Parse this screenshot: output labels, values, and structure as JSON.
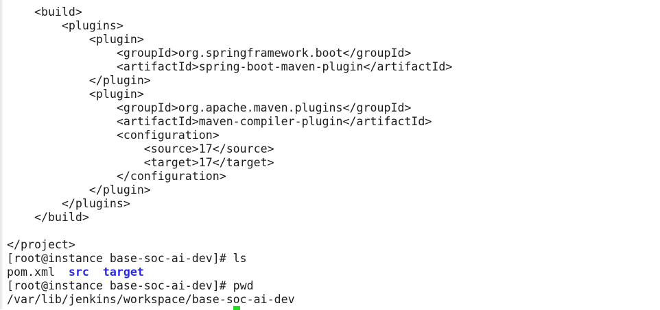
{
  "terminal": {
    "lines": [
      [
        {
          "t": "    <build>"
        }
      ],
      [
        {
          "t": "        <plugins>"
        }
      ],
      [
        {
          "t": "            <plugin>"
        }
      ],
      [
        {
          "t": "                <groupId>org.springframework.boot</groupId>"
        }
      ],
      [
        {
          "t": "                <artifactId>spring-boot-maven-plugin</artifactId>"
        }
      ],
      [
        {
          "t": "            </plugin>"
        }
      ],
      [
        {
          "t": "            <plugin>"
        }
      ],
      [
        {
          "t": "                <groupId>org.apache.maven.plugins</groupId>"
        }
      ],
      [
        {
          "t": "                <artifactId>maven-compiler-plugin</artifactId>"
        }
      ],
      [
        {
          "t": "                <configuration>"
        }
      ],
      [
        {
          "t": "                    <source>17</source>"
        }
      ],
      [
        {
          "t": "                    <target>17</target>"
        }
      ],
      [
        {
          "t": "                </configuration>"
        }
      ],
      [
        {
          "t": "            </plugin>"
        }
      ],
      [
        {
          "t": "        </plugins>"
        }
      ],
      [
        {
          "t": "    </build>"
        }
      ],
      [
        {
          "t": ""
        }
      ],
      [
        {
          "t": "</project>"
        }
      ],
      [
        {
          "t": "[root@instance base-soc-ai-dev]# ls"
        }
      ],
      [
        {
          "t": "pom.xml  "
        },
        {
          "t": "src",
          "dir": true
        },
        {
          "t": "  "
        },
        {
          "t": "target",
          "dir": true
        }
      ],
      [
        {
          "t": "[root@instance base-soc-ai-dev]# pwd"
        }
      ],
      [
        {
          "t": "/var/lib/jenkins/workspace/base-soc-ai-dev"
        }
      ]
    ],
    "cursor_color": "#22dd22",
    "dir_color": "#2a2ae6"
  }
}
